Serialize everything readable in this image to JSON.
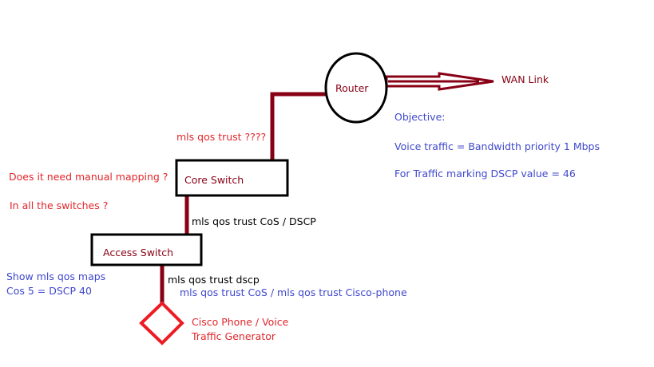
{
  "colors": {
    "link": "#880015",
    "question": "#e1262c",
    "note": "#3f48cc",
    "command": "#000000",
    "phone": "#ed1c24"
  },
  "nodes": {
    "router": "Router",
    "core_switch": "Core Switch",
    "access_switch": "Access Switch",
    "wan_link": "WAN Link",
    "phone_line1": "Cisco Phone / Voice",
    "phone_line2": "Traffic Generator"
  },
  "annotations": {
    "trust_question": "mls qos trust ????",
    "manual_mapping_question": "Does it need manual mapping ?",
    "all_switches_question": "In all the switches ?",
    "core_access_trust": "mls qos trust CoS / DSCP",
    "access_phone_trust": "mls qos trust dscp",
    "alt_trust": "mls qos trust CoS / mls qos trust Cisco-phone",
    "show_maps": "Show mls qos maps",
    "cos_mapping": "Cos 5 = DSCP 40"
  },
  "objective": {
    "heading": "Objective:",
    "voice": "Voice traffic = Bandwidth priority 1 Mbps",
    "marking": "For Traffic marking DSCP value = 46"
  }
}
